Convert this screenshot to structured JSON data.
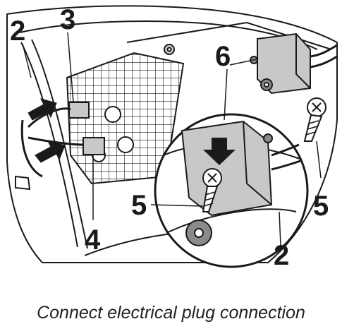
{
  "callouts": {
    "c1": "2",
    "c2": "3",
    "c3": "6",
    "c4": "5",
    "c5": "5",
    "c6": "4",
    "c7": "2"
  },
  "caption": "Connect electrical plug connection",
  "colors": {
    "line": "#1a1a1a",
    "part_fill": "#c8c8c8",
    "part_dark": "#8a8a8a",
    "background": "#ffffff"
  }
}
